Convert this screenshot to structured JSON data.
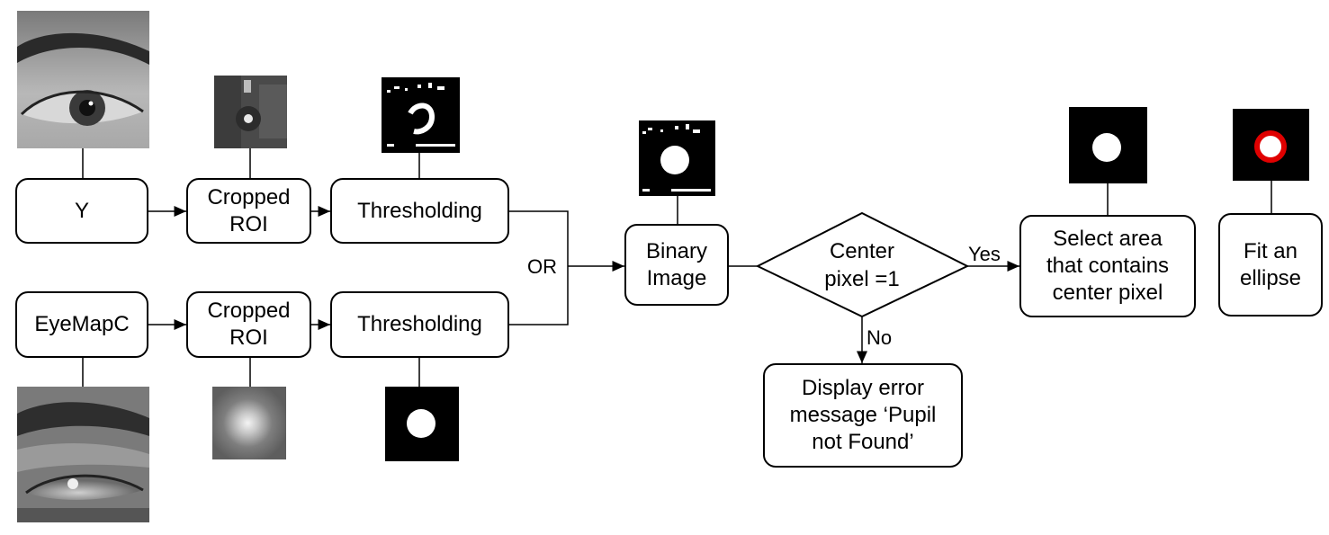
{
  "nodes": {
    "y": "Y",
    "cropped_roi_top": "Cropped\nROI",
    "thresholding_top": "Thresholding",
    "eyemapc": "EyeMapC",
    "cropped_roi_bottom": "Cropped\nROI",
    "thresholding_bottom": "Thresholding",
    "binary_image": "Binary\nImage",
    "decision": "Center\npixel =1",
    "select_area": "Select area\nthat contains\ncenter pixel",
    "fit_ellipse": "Fit an\nellipse",
    "error_message": "Display error\nmessage ‘Pupil\nnot Found’"
  },
  "labels": {
    "or": "OR",
    "yes": "Yes",
    "no": "No"
  },
  "colors": {
    "ellipse_ring": "#e00000",
    "line": "#000000"
  }
}
